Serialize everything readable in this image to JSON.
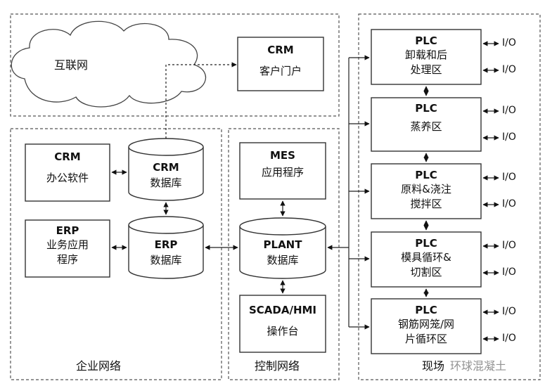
{
  "zones": {
    "internet": "互联网",
    "enterprise": "企业网络",
    "control": "控制网络",
    "field": "现场",
    "watermark": "环球混凝土"
  },
  "crm_portal": {
    "title": "CRM",
    "label": "客户门户"
  },
  "crm_office": {
    "title": "CRM",
    "label": "办公软件"
  },
  "crm_db": {
    "title": "CRM",
    "label": "数据库"
  },
  "erp_app": {
    "title": "ERP",
    "label1": "业务应用",
    "label2": "程序"
  },
  "erp_db": {
    "title": "ERP",
    "label": "数据库"
  },
  "mes": {
    "title": "MES",
    "label": "应用程序"
  },
  "plant_db": {
    "title": "PLANT",
    "label": "数据库"
  },
  "scada": {
    "title": "SCADA/HMI",
    "label": "操作台"
  },
  "plcs": [
    {
      "title": "PLC",
      "line1": "卸载和后",
      "line2": "处理区"
    },
    {
      "title": "PLC",
      "line1": "蒸养区",
      "line2": ""
    },
    {
      "title": "PLC",
      "line1": "原料&浇注",
      "line2": "搅拌区"
    },
    {
      "title": "PLC",
      "line1": "模具循环&",
      "line2": "切割区"
    },
    {
      "title": "PLC",
      "line1": "钢筋网笼/网",
      "line2": "片循环区"
    }
  ],
  "io_label": "I/O"
}
